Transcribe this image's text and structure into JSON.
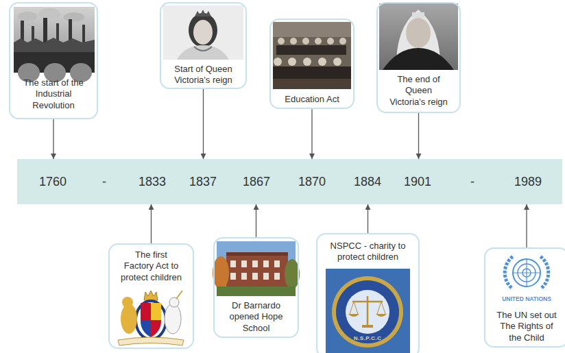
{
  "diagram": {
    "nodes": [
      {
        "text": [
          "The start of the Industrial Revolution"
        ]
      },
      {
        "text": [
          "Start of Queen Victoria's reign"
        ]
      },
      {
        "text": [
          "Education Act"
        ]
      },
      {
        "text": [
          "The end of Queen Victoria's reign"
        ]
      },
      {
        "text": [
          "1760",
          "-",
          "1833",
          "1837",
          "1867",
          "1870",
          "1884",
          "1901",
          "-",
          "1989"
        ]
      },
      {
        "text": [
          "The first Factory Act to protect children"
        ]
      },
      {
        "text": [
          "Dr Barnardo opened Hope School"
        ]
      },
      {
        "text": [
          "NSPCC - charity to protect children"
        ]
      },
      {
        "text": [
          "The UN set out The Rights of the Child"
        ]
      }
    ],
    "edges": [
      {
        "from": 0,
        "to": 4,
        "arrow": "to"
      },
      {
        "from": 1,
        "to": 4,
        "arrow": "to"
      },
      {
        "from": 2,
        "to": 4,
        "arrow": "to"
      },
      {
        "from": 3,
        "to": 4,
        "arrow": "to"
      },
      {
        "from": 5,
        "to": 4,
        "arrow": "to"
      },
      {
        "from": 6,
        "to": 4,
        "arrow": "to"
      },
      {
        "from": 7,
        "to": 4,
        "arrow": "to"
      },
      {
        "from": 8,
        "to": 4,
        "arrow": "to"
      }
    ],
    "labels": [
      "UNITED NATIONS",
      "N.S.P.C.C"
    ]
  }
}
